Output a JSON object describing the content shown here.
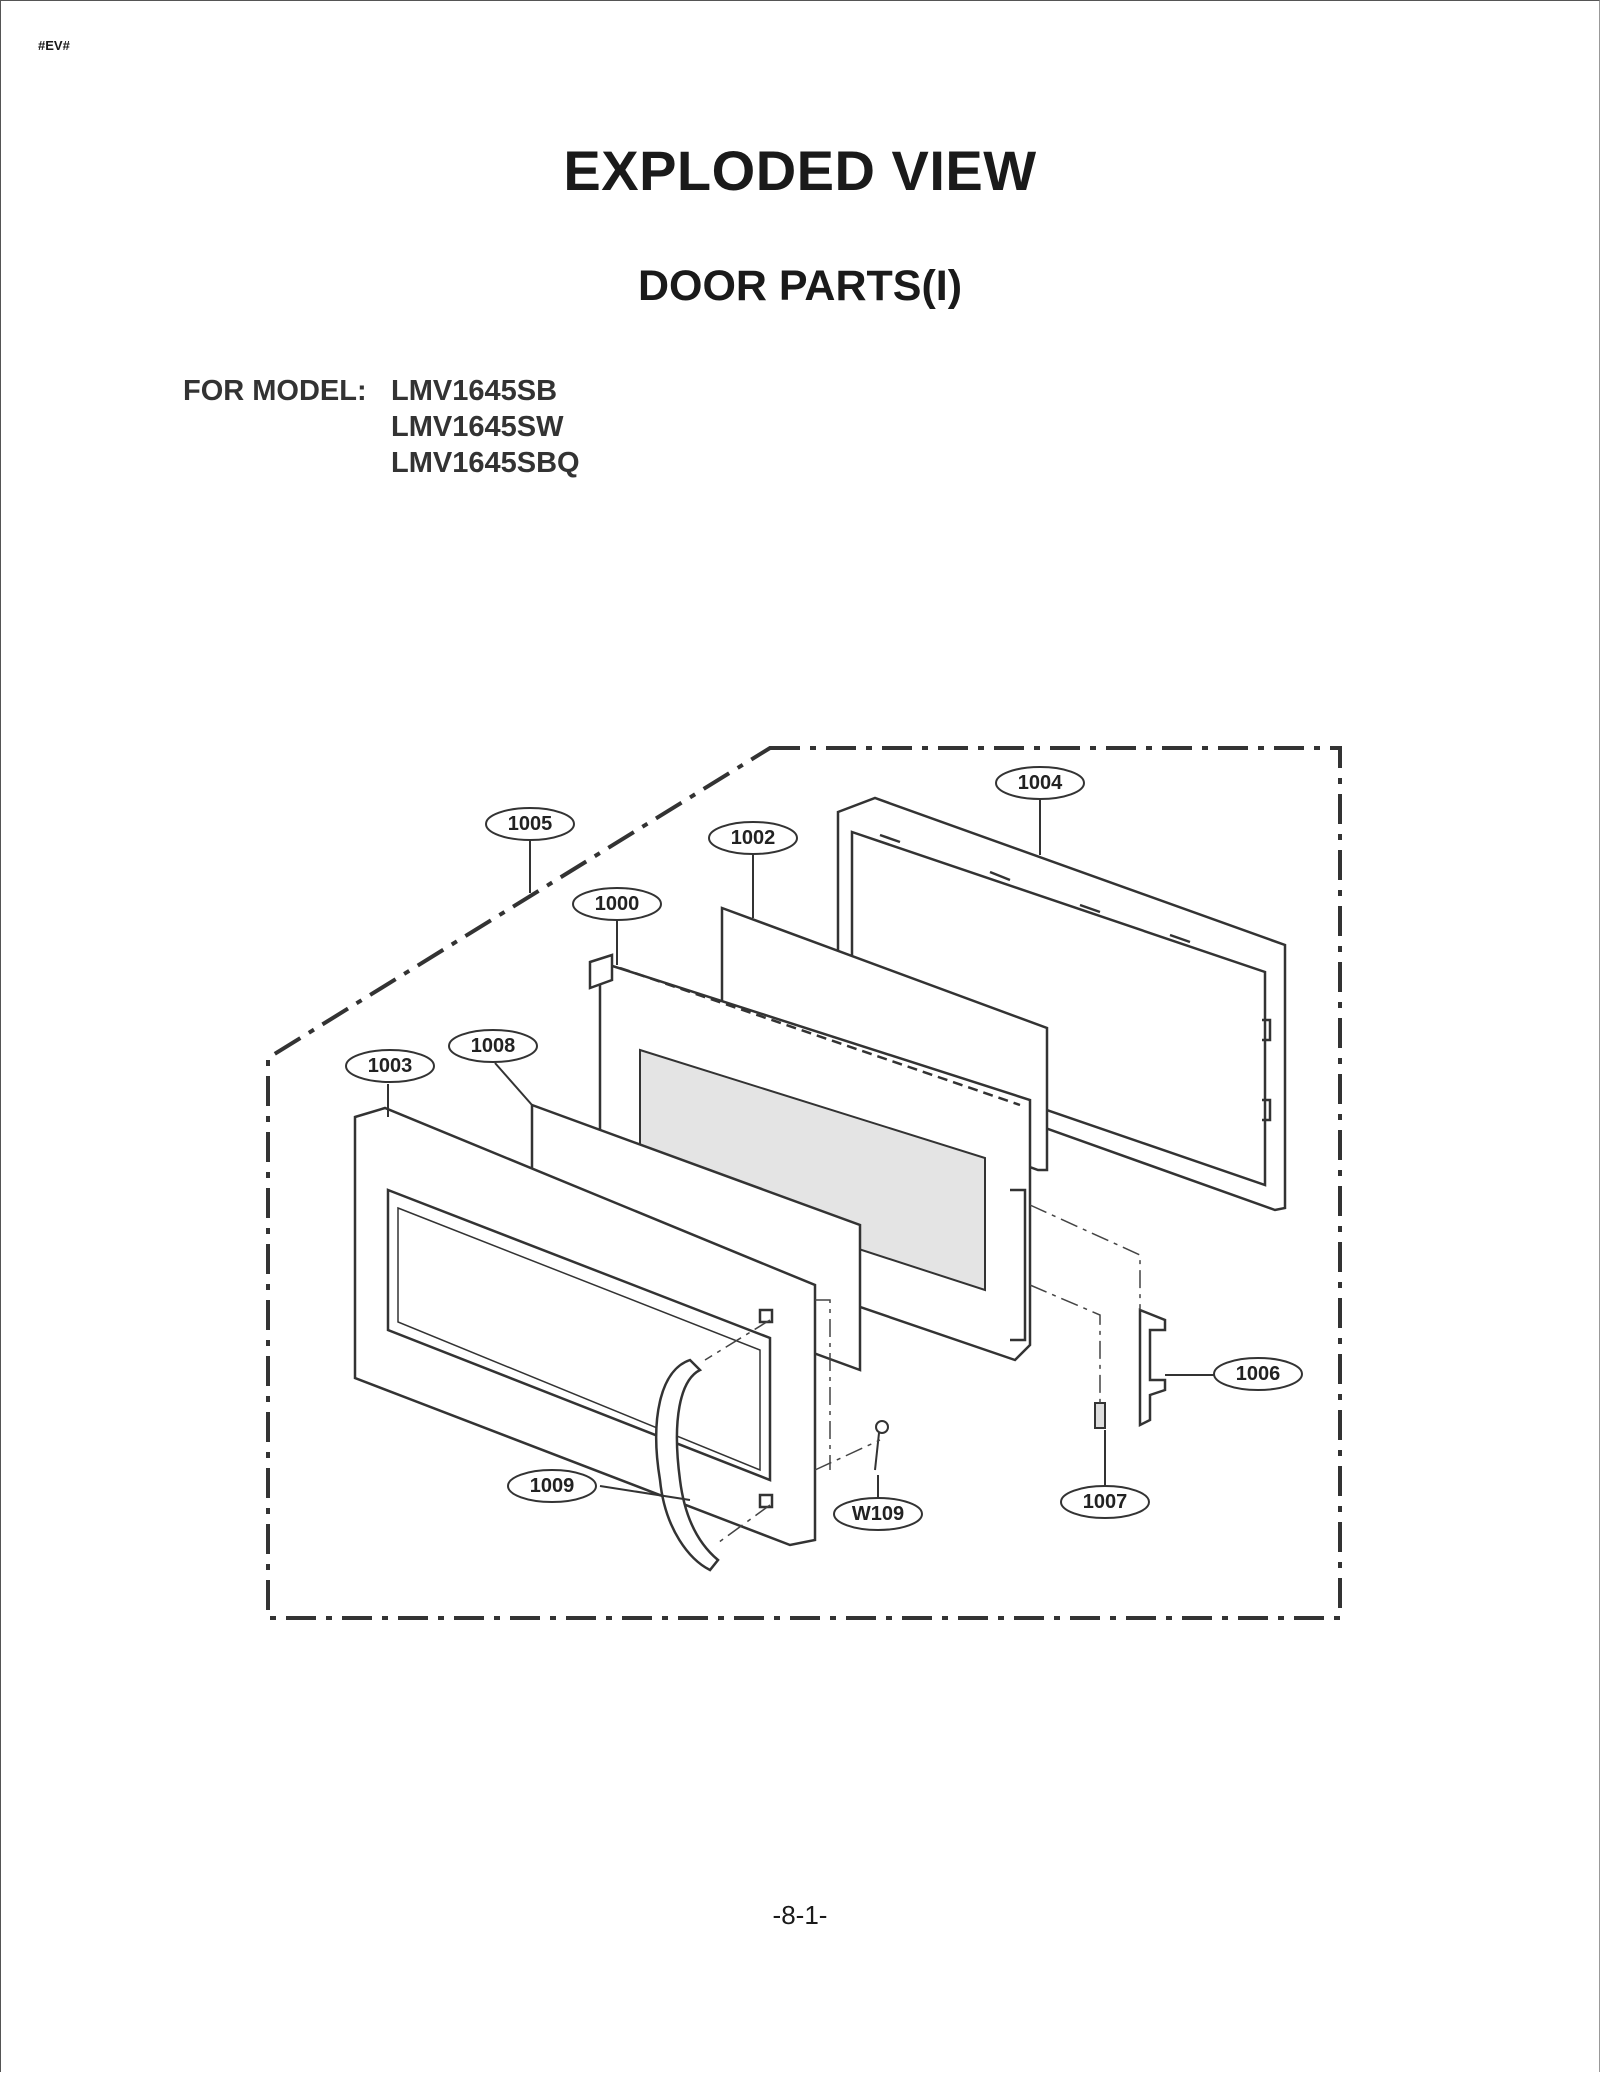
{
  "header": {
    "tag": "#EV#",
    "title": "EXPLODED VIEW",
    "subtitle": "DOOR PARTS(I)"
  },
  "models": {
    "label": "FOR MODEL:",
    "list": [
      "LMV1645SB",
      "LMV1645SW",
      "LMV1645SBQ"
    ]
  },
  "diagram": {
    "callouts": {
      "c1004": "1004",
      "c1005": "1005",
      "c1002": "1002",
      "c1000": "1000",
      "c1008": "1008",
      "c1003": "1003",
      "c1006": "1006",
      "c1009": "1009",
      "cW109": "W109",
      "c1007": "1007"
    }
  },
  "footer": {
    "page": "-8-1-"
  }
}
